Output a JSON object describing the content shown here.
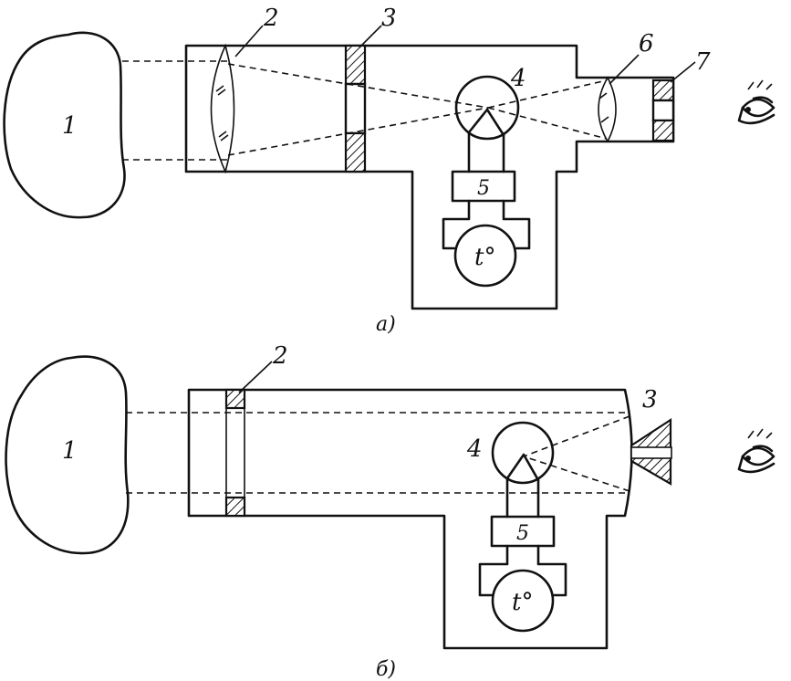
{
  "part_a": {
    "object_label": "1",
    "lens_label": "2",
    "diaphragm_label": "3",
    "lamp_label": "4",
    "rheostat_label": "5",
    "eyepiece_label": "6",
    "eye_diaphragm_label": "7",
    "meter_label": "t°",
    "caption": "a)"
  },
  "part_b": {
    "object_label": "1",
    "diaphragm_label": "2",
    "mirror_label": "3",
    "lamp_label": "4",
    "rheostat_label": "5",
    "meter_label": "t°",
    "caption": "б)"
  }
}
